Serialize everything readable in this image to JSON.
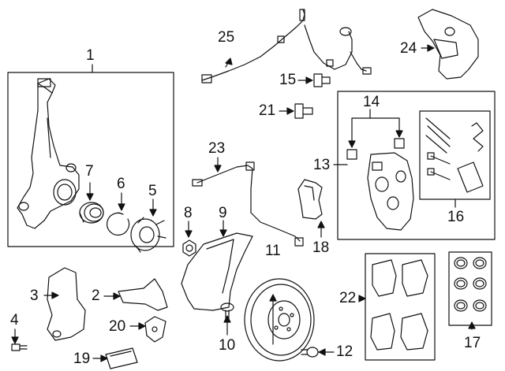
{
  "diagram": {
    "callouts": [
      "1",
      "2",
      "3",
      "4",
      "5",
      "6",
      "7",
      "8",
      "9",
      "10",
      "11",
      "12",
      "13",
      "14",
      "15",
      "16",
      "17",
      "18",
      "19",
      "20",
      "21",
      "22",
      "23",
      "24",
      "25"
    ],
    "colors": {
      "ink": "#111111",
      "paper": "#ffffff"
    }
  }
}
